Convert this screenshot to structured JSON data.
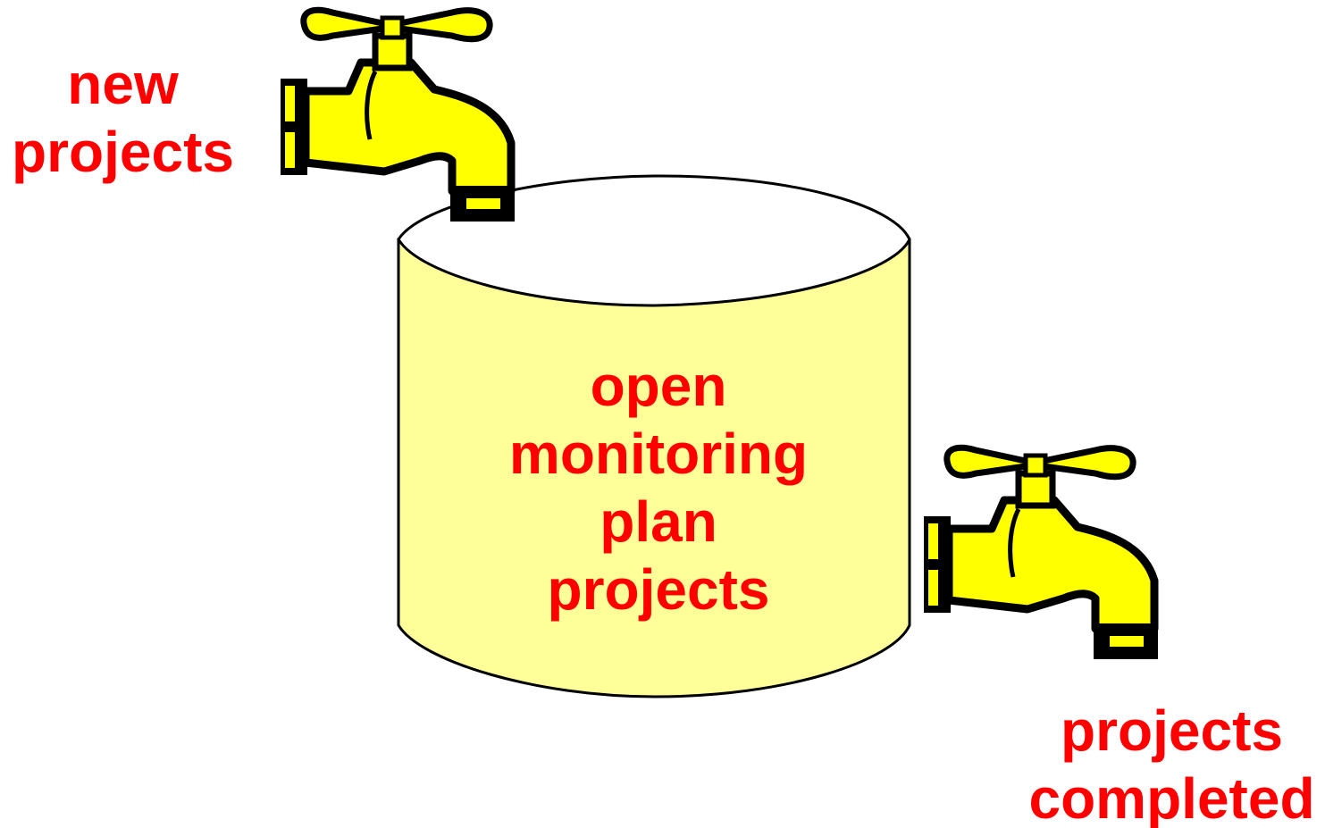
{
  "inflow_label": [
    "new",
    "projects"
  ],
  "tank_label": [
    "open",
    "monitoring",
    "plan",
    "projects"
  ],
  "outflow_label": [
    "projects",
    "completed"
  ],
  "colors": {
    "text": "#ff0000",
    "tank_fill": "#ffff99",
    "faucet_fill": "#ffff00",
    "outline": "#000000"
  },
  "icons": {
    "inflow": "faucet-icon",
    "outflow": "faucet-icon",
    "stock": "cylinder-tank-icon"
  }
}
